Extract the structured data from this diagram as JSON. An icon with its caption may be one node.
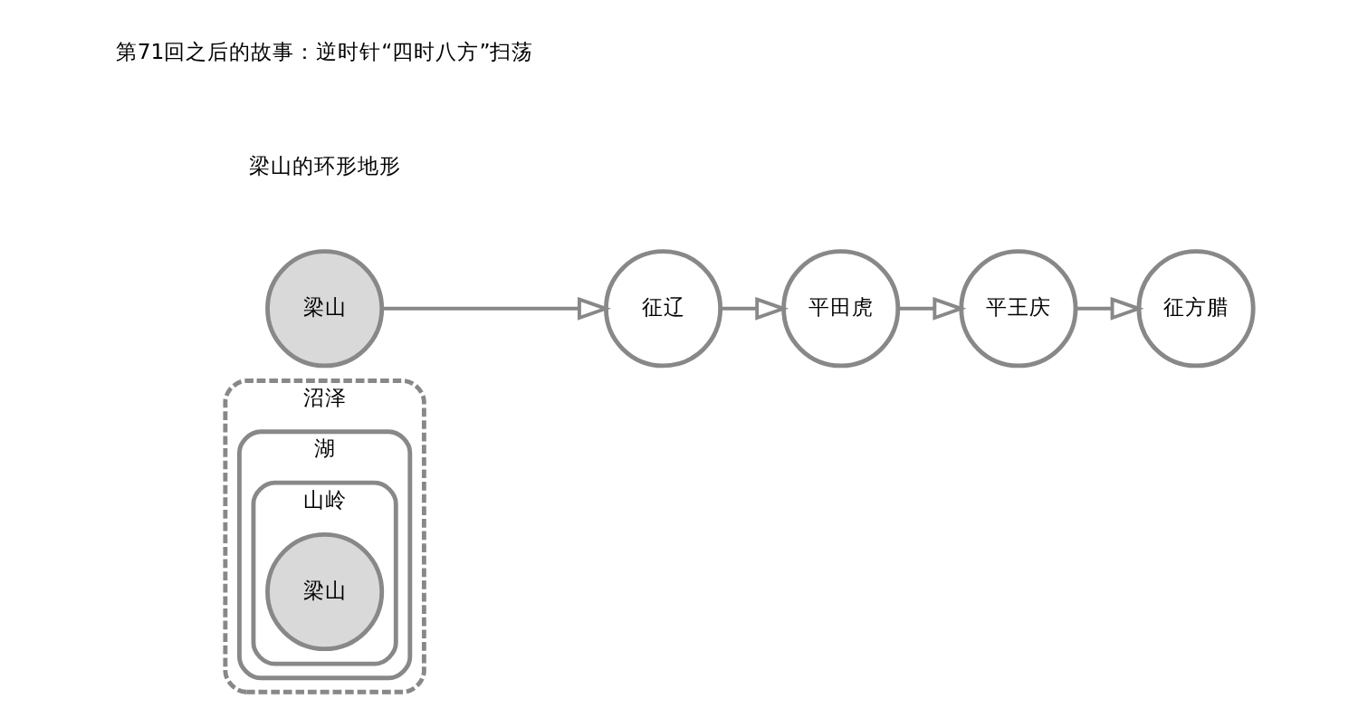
{
  "diagram": {
    "nodes": [
      {
        "text": [
          "沼泽"
        ]
      },
      {
        "text": [
          "湖"
        ],
        "in": 0
      },
      {
        "text": [
          "山岭"
        ],
        "in": 1
      },
      {
        "text": [
          "梁山"
        ],
        "in": 2
      },
      {
        "text": [
          "征辽"
        ]
      },
      {
        "text": [
          "平田虎"
        ]
      },
      {
        "text": [
          "梁山"
        ]
      },
      {
        "text": [
          "平王庆"
        ]
      },
      {
        "text": [
          "征方腊"
        ]
      }
    ],
    "edges": [
      {
        "from": 6,
        "to": 4,
        "arrow": "to"
      },
      {
        "from": 4,
        "to": 5,
        "arrow": "to"
      },
      {
        "from": 5,
        "to": 7,
        "arrow": "to"
      },
      {
        "from": 7,
        "to": 8,
        "arrow": "to"
      }
    ],
    "labels": [
      "梁山的环形地形",
      "第71回之后的故事：逆时针“四时八方”扫荡"
    ]
  }
}
